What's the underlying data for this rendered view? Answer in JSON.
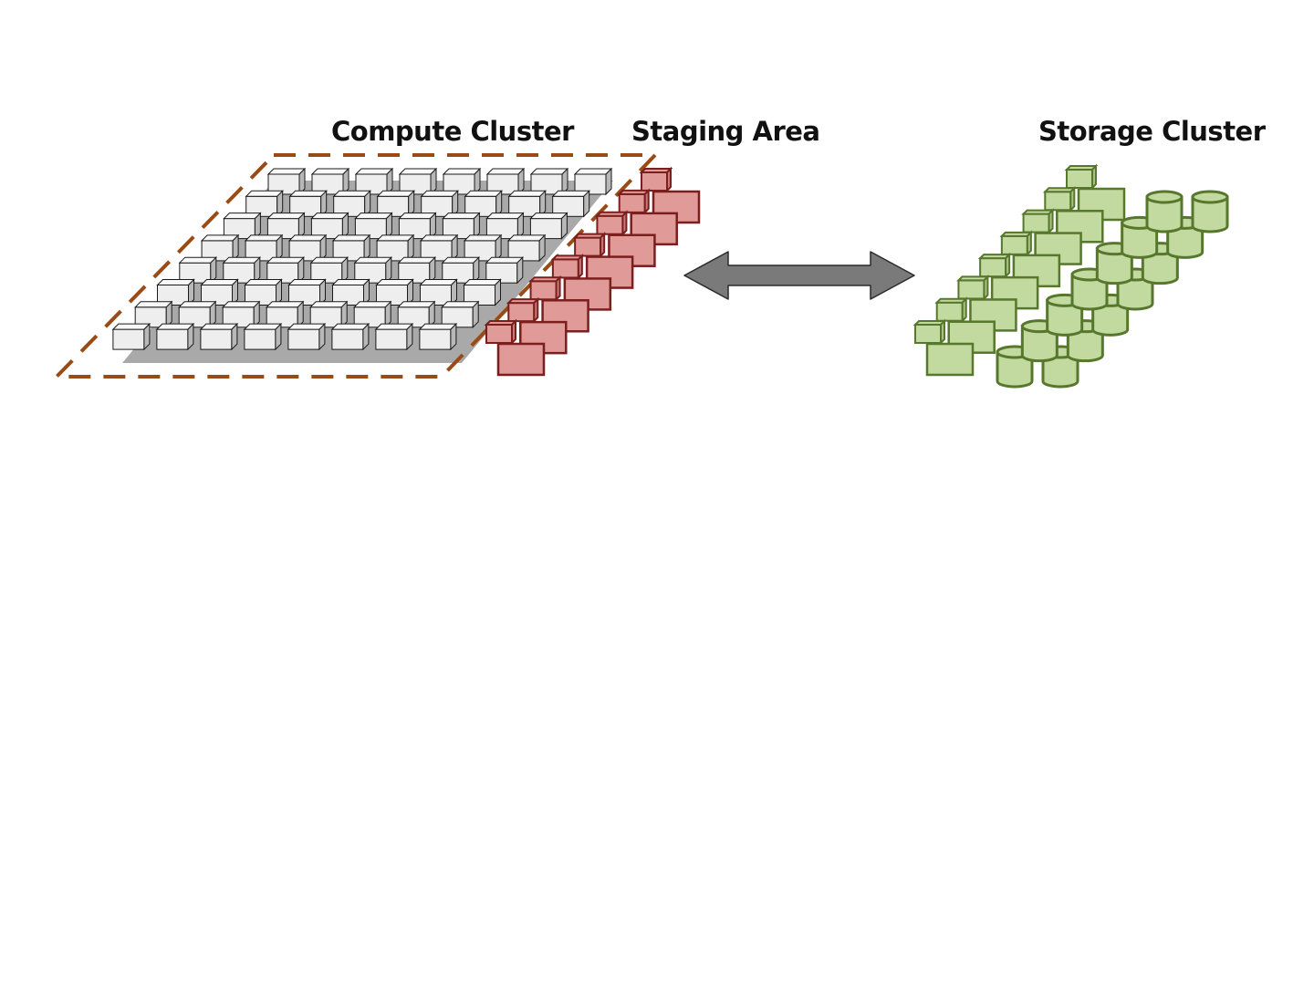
{
  "labels": {
    "compute": "Compute Cluster",
    "staging": "Staging Area",
    "storage": "Storage Cluster"
  },
  "colors": {
    "boundary_dashed": "#9a4a14",
    "compute_node_fill": "#eeeeee",
    "compute_node_stroke": "#1a1a1a",
    "platform": "#9a9a9a",
    "staging_fill": "#e09a98",
    "staging_stroke": "#7a1e1e",
    "storage_fill": "#c2d9a0",
    "storage_stroke": "#56772c",
    "arrow_fill": "#7a7a7a",
    "arrow_stroke": "#2a2a2a"
  },
  "compute_grid": {
    "rows": 8,
    "cols": 8
  },
  "staging_units": 8,
  "storage_server_units": 8,
  "storage_disk_columns": 2,
  "storage_disks_per_column": 7,
  "arrow": "bidirectional"
}
